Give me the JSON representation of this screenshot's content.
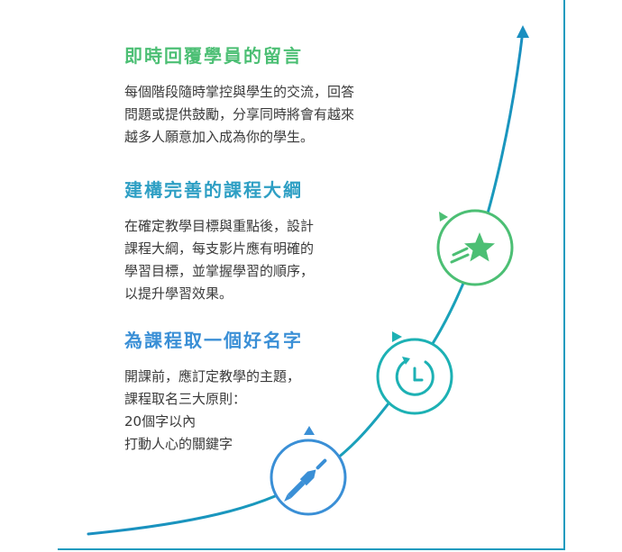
{
  "sections": [
    {
      "title": "即時回覆學員的留言",
      "lines": [
        "每個階段隨時掌控與學生的交流，回答",
        "問題或提供鼓勵，分享同時將會有越來",
        "越多人願意加入成為你的學生。"
      ],
      "icon": "star-icon",
      "color": "#4cbf74"
    },
    {
      "title": "建構完善的課程大綱",
      "lines": [
        "在確定教學目標與重點後，設計",
        "課程大綱，每支影片應有明確的",
        "學習目標，並掌握學習的順序，",
        "以提升學習效果。"
      ],
      "icon": "clock-icon",
      "color": "#1db1b4"
    },
    {
      "title": "為課程取一個好名字",
      "lines": [
        "開課前，應訂定教學的主題，",
        "課程取名三大原則：",
        "20個字以內",
        "打動人心的關鍵字"
      ],
      "icon": "paintbrush-icon",
      "color": "#3a8fd6"
    }
  ]
}
